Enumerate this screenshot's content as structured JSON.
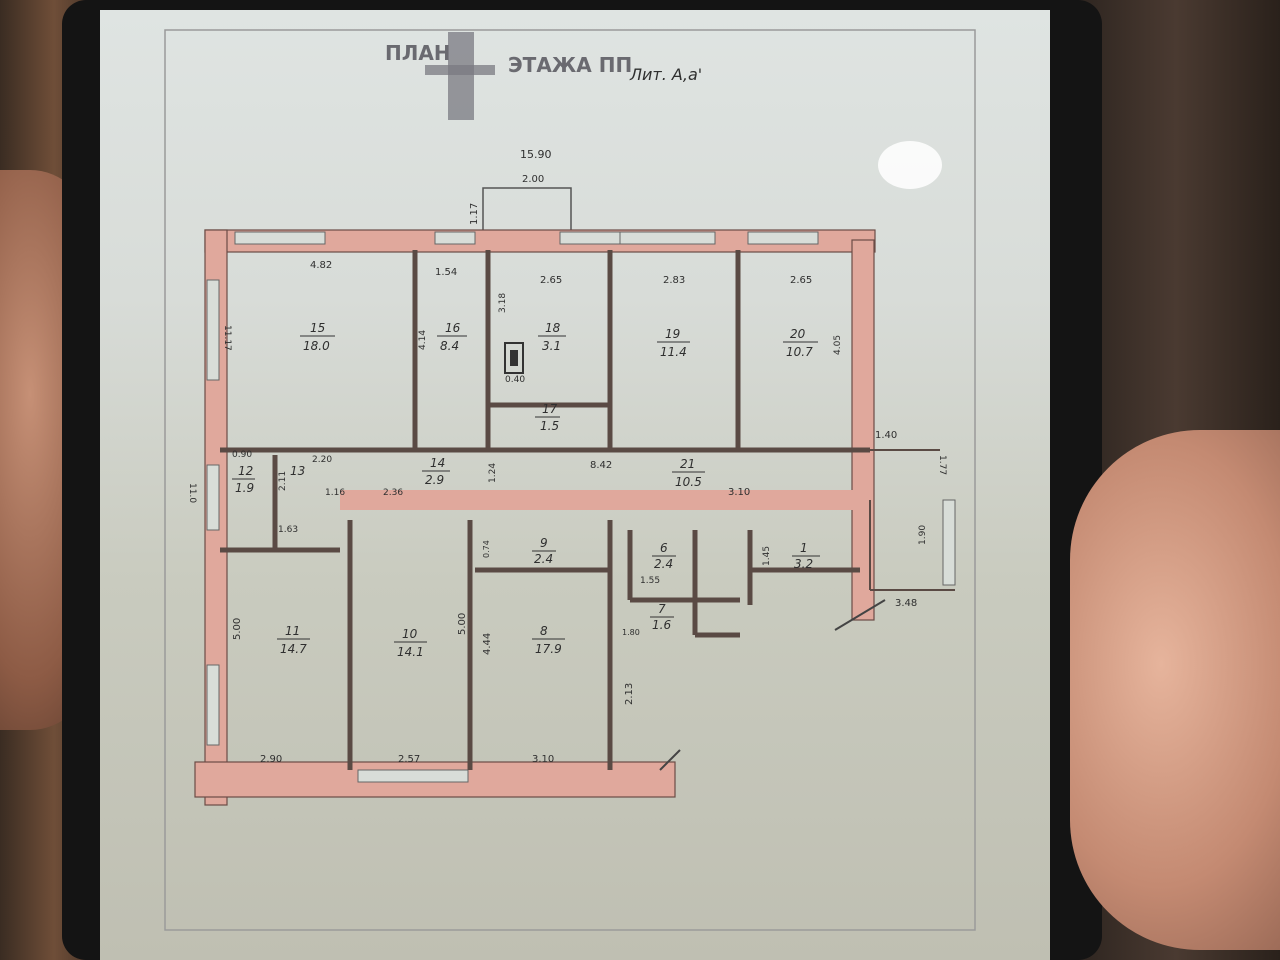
{
  "header": {
    "plan": "ПЛАН",
    "floor": "ЭТАЖА ПП",
    "lit": "Лит. А,а'"
  },
  "dimensions": {
    "total_width": "15.90",
    "porch_width": "2.00",
    "porch_depth": "1.17",
    "d_4_82": "4.82",
    "d_1_54": "1.54",
    "d_2_65a": "2.65",
    "d_2_83": "2.83",
    "d_2_65b": "2.65",
    "d_3_18": "3.18",
    "d_0_40": "0.40",
    "d_4_14": "4.14",
    "d_4_05": "4.05",
    "d_11_17": "11.17",
    "d_8_42": "8.42",
    "d_3_10": "3.10",
    "d_1_40": "1.40",
    "d_1_77": "1.77",
    "d_1_90": "1.90",
    "d_3_48": "3.48",
    "d_0_90": "0.90",
    "d_2_20": "2.20",
    "d_2_11": "2.11",
    "d_1_16": "1.16",
    "d_2_36": "2.36",
    "d_1_63": "1.63",
    "d_1_24": "1.24",
    "d_0_74": "0.74",
    "d_1_55": "1.55",
    "d_1_45": "1.45",
    "d_1_80": "1.80",
    "d_5_00a": "5.00",
    "d_5_00b": "5.00",
    "d_4_44": "4.44",
    "d_2_13": "2.13",
    "d_2_90": "2.90",
    "d_2_57": "2.57",
    "d_3_10b": "3.10",
    "d_11_0": "11.0"
  },
  "rooms": {
    "r15": {
      "num": "15",
      "area": "18.0"
    },
    "r16": {
      "num": "16",
      "area": "8.4"
    },
    "r18": {
      "num": "18",
      "area": "3.1"
    },
    "r17": {
      "num": "17",
      "area": "1.5"
    },
    "r19": {
      "num": "19",
      "area": "11.4"
    },
    "r20": {
      "num": "20",
      "area": "10.7"
    },
    "r12": {
      "num": "12",
      "area": "1.9"
    },
    "r13": {
      "num": "13",
      "area": ""
    },
    "r14": {
      "num": "14",
      "area": "2.9"
    },
    "r21": {
      "num": "21",
      "area": "10.5"
    },
    "r9": {
      "num": "9",
      "area": "2.4"
    },
    "r6": {
      "num": "6",
      "area": "2.4"
    },
    "r7": {
      "num": "7",
      "area": "1.6"
    },
    "r1": {
      "num": "1",
      "area": "3.2"
    },
    "r11": {
      "num": "11",
      "area": "14.7"
    },
    "r10": {
      "num": "10",
      "area": "14.1"
    },
    "r8": {
      "num": "8",
      "area": "17.9"
    }
  }
}
